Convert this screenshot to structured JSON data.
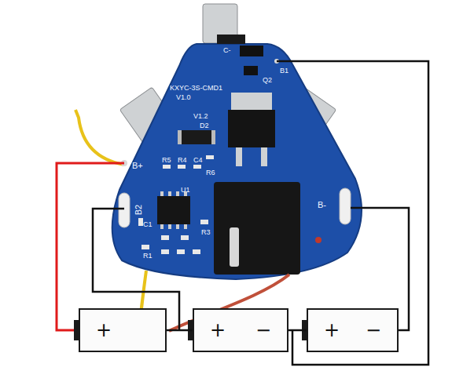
{
  "diagram": {
    "nodes": [
      {
        "text": [
          "+"
        ]
      },
      {
        "text": [
          "+",
          "−"
        ]
      },
      {
        "text": [
          "+",
          "−"
        ]
      }
    ],
    "edges": [
      {
        "from": 0,
        "to": 1,
        "arrow": "none"
      },
      {
        "from": 1,
        "to": 2,
        "arrow": "none"
      }
    ],
    "labels": [
      "C-",
      "B1",
      "Q2",
      "KXYC-3S-CMD1",
      "V1.0",
      "V1.2",
      "D2",
      "B+",
      "R5",
      "R4",
      "C4",
      "R6",
      "B2",
      "U1",
      "C1",
      "R3",
      "B-",
      "R1"
    ]
  }
}
